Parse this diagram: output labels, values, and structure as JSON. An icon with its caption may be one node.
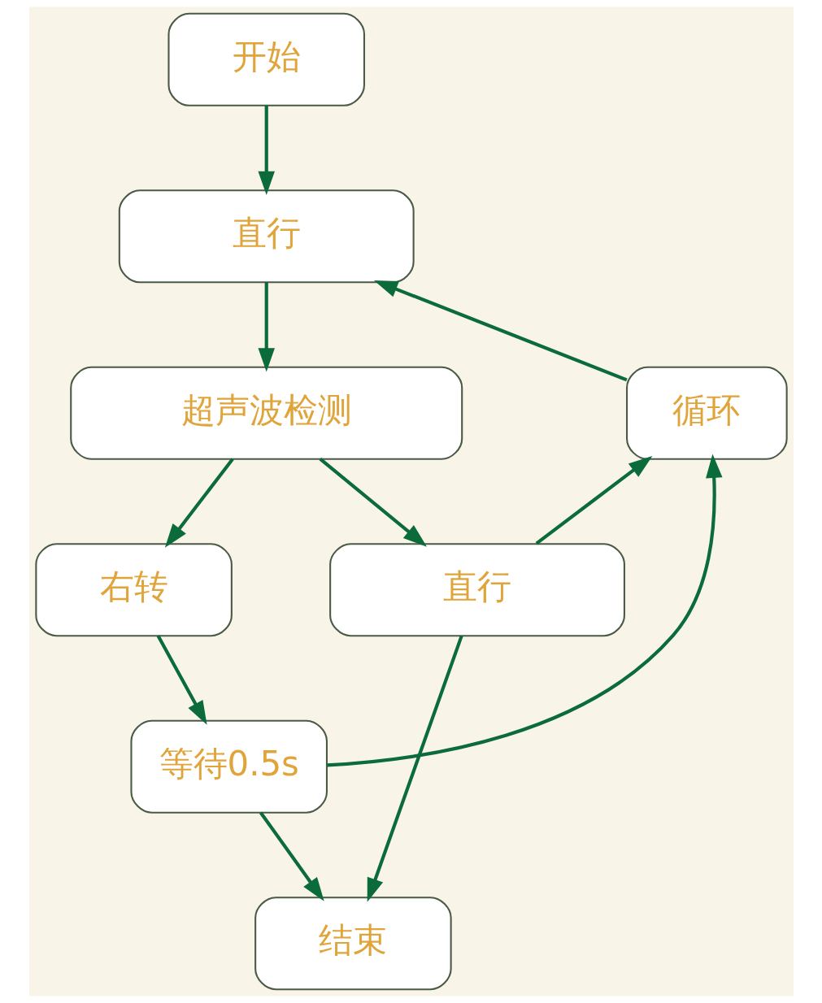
{
  "diagram": {
    "nodes": [
      {
        "text": [
          "开始"
        ]
      },
      {
        "text": [
          "直行"
        ]
      },
      {
        "text": [
          "超声波检测"
        ]
      },
      {
        "text": [
          "循环"
        ]
      },
      {
        "text": [
          "直行"
        ]
      },
      {
        "text": [
          "右转"
        ]
      },
      {
        "text": [
          "等待0.5s"
        ]
      },
      {
        "text": [
          "结束"
        ]
      }
    ],
    "edges": [
      {
        "from": 0,
        "to": 1,
        "arrow": "to"
      },
      {
        "from": 1,
        "to": 2,
        "arrow": "to"
      },
      {
        "from": 2,
        "to": 4,
        "arrow": "to"
      },
      {
        "from": 2,
        "to": 5,
        "arrow": "to"
      },
      {
        "from": 5,
        "to": 6,
        "arrow": "to"
      },
      {
        "from": 4,
        "to": 7,
        "arrow": "to"
      },
      {
        "from": 6,
        "to": 7,
        "arrow": "to"
      },
      {
        "from": 4,
        "to": 3,
        "arrow": "to"
      },
      {
        "from": 6,
        "to": 3,
        "arrow": "to"
      },
      {
        "from": 3,
        "to": 1,
        "arrow": "to"
      }
    ]
  }
}
